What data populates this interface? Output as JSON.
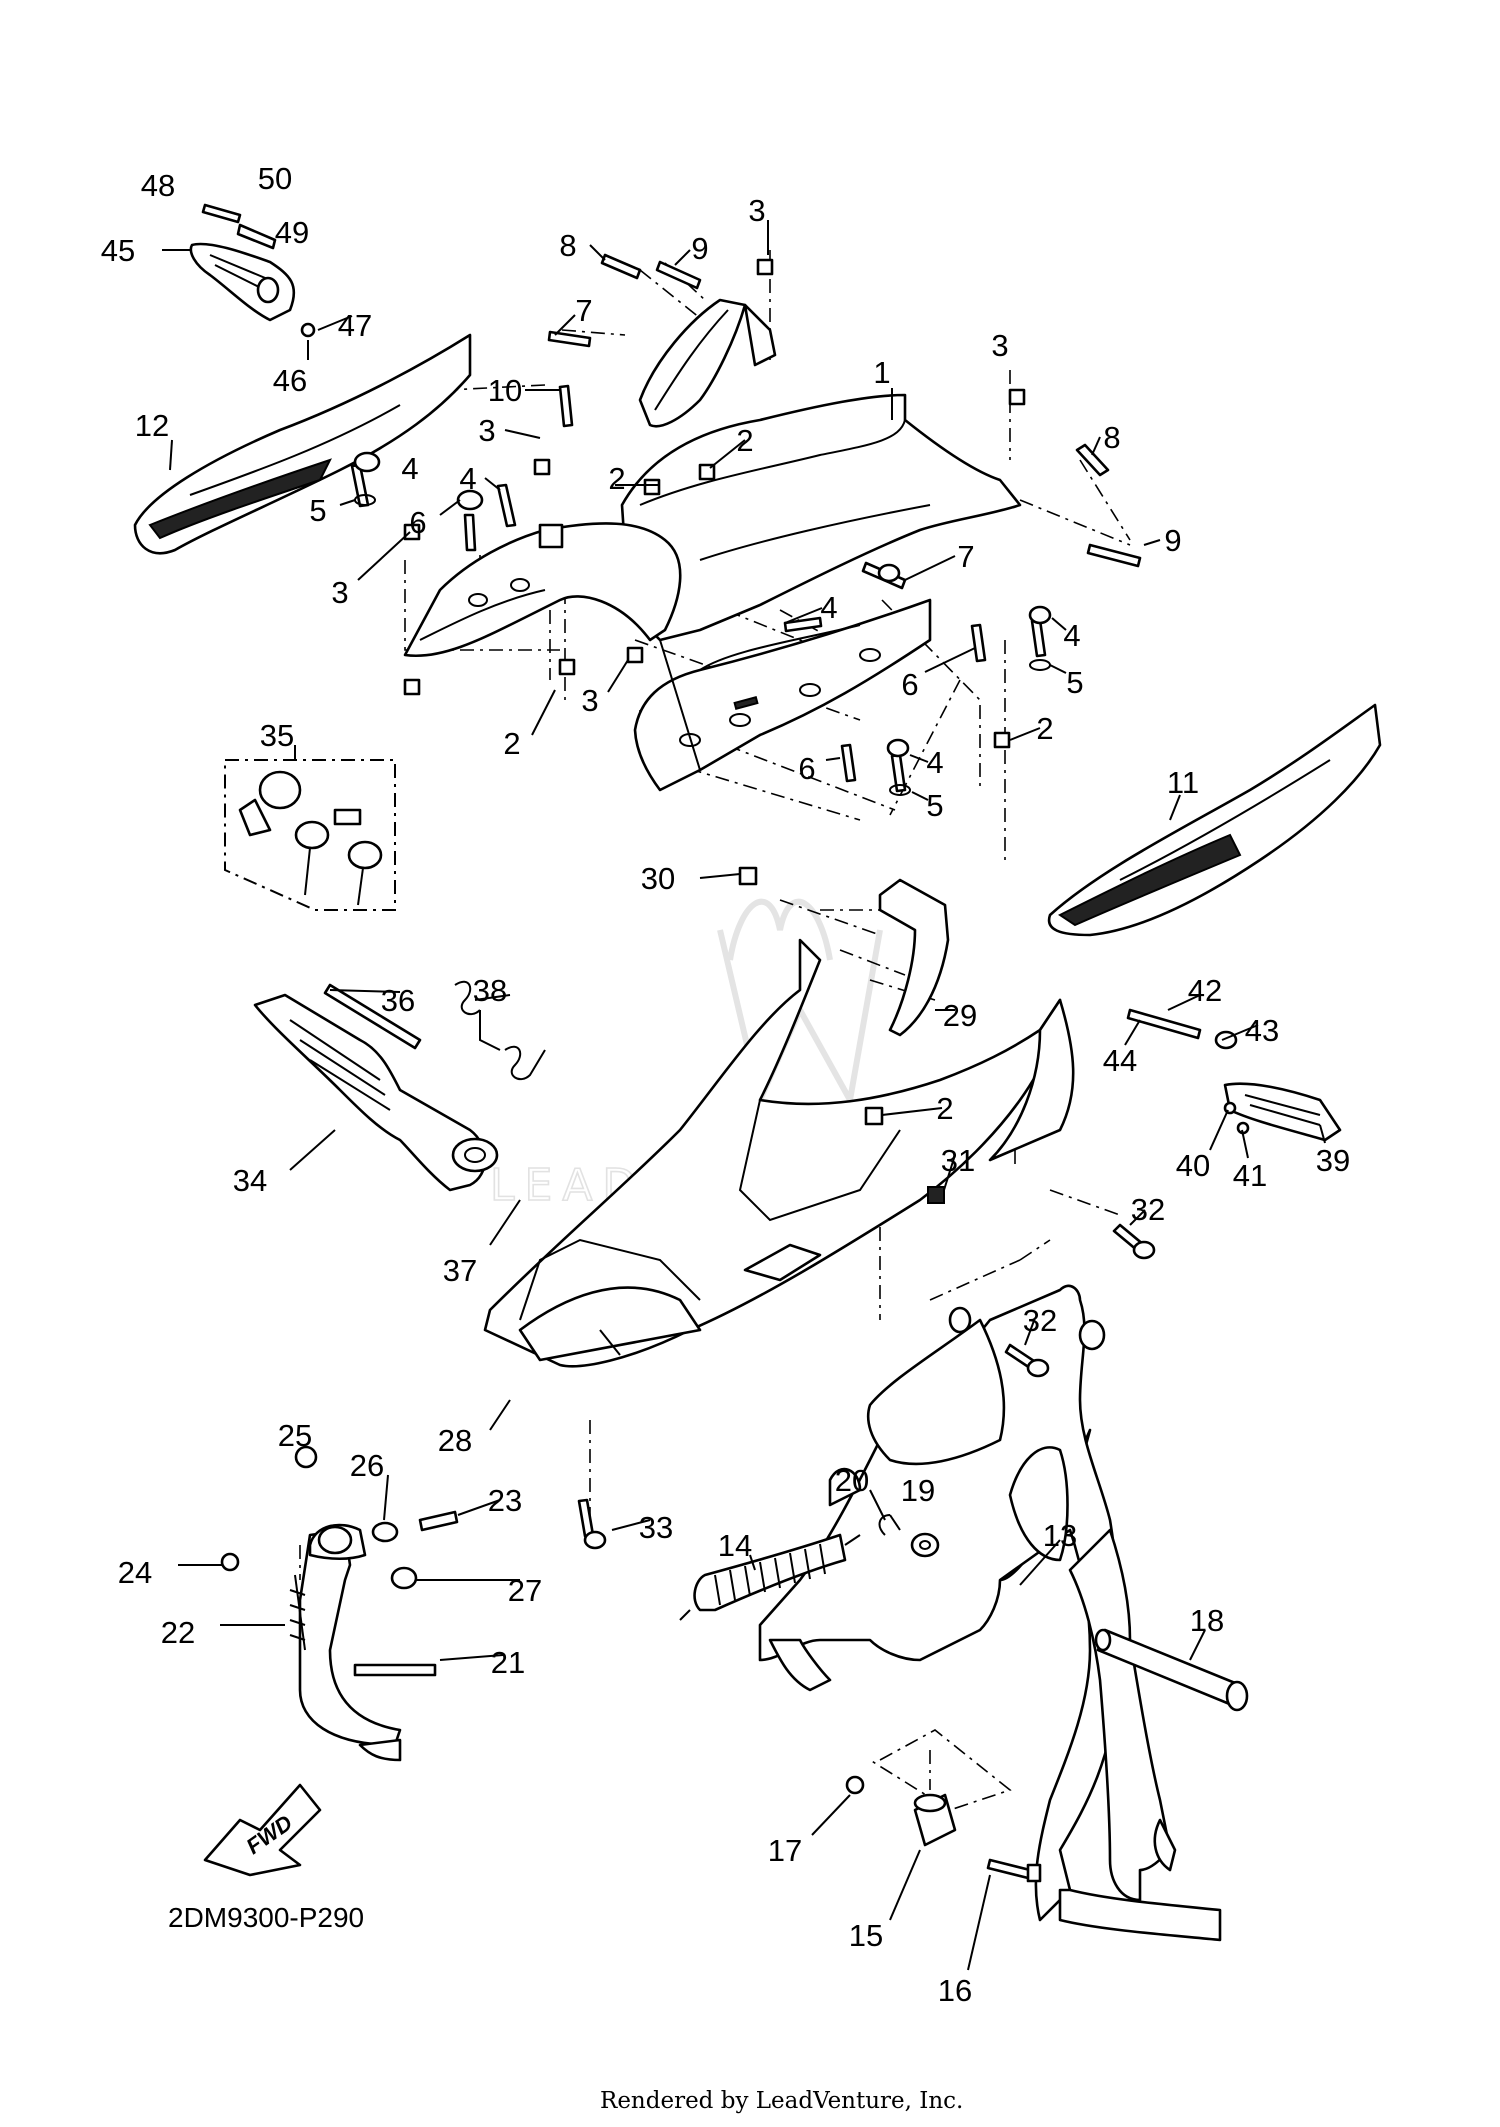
{
  "diagram": {
    "code": "2DM9300-P290",
    "credit": "Rendered by LeadVenture, Inc.",
    "watermark": "LEADVENTURE",
    "fwd_label": "FWD",
    "callouts": [
      {
        "n": "48",
        "label": "48"
      },
      {
        "n": "50",
        "label": "50"
      },
      {
        "n": "49",
        "label": "49"
      },
      {
        "n": "45",
        "label": "45"
      },
      {
        "n": "47",
        "label": "47"
      },
      {
        "n": "46",
        "label": "46"
      },
      {
        "n": "12",
        "label": "12"
      },
      {
        "n": "8a",
        "label": "8"
      },
      {
        "n": "9a",
        "label": "9"
      },
      {
        "n": "3a",
        "label": "3"
      },
      {
        "n": "7a",
        "label": "7"
      },
      {
        "n": "10",
        "label": "10"
      },
      {
        "n": "3b",
        "label": "3"
      },
      {
        "n": "2a",
        "label": "2"
      },
      {
        "n": "4a",
        "label": "4"
      },
      {
        "n": "4b",
        "label": "4"
      },
      {
        "n": "5a",
        "label": "5"
      },
      {
        "n": "6a",
        "label": "6"
      },
      {
        "n": "3c",
        "label": "3"
      },
      {
        "n": "2b",
        "label": "2"
      },
      {
        "n": "1",
        "label": "1"
      },
      {
        "n": "3d",
        "label": "3"
      },
      {
        "n": "8b",
        "label": "8"
      },
      {
        "n": "9b",
        "label": "9"
      },
      {
        "n": "7b",
        "label": "7"
      },
      {
        "n": "4c",
        "label": "4"
      },
      {
        "n": "4d",
        "label": "4"
      },
      {
        "n": "5b",
        "label": "5"
      },
      {
        "n": "6b",
        "label": "6"
      },
      {
        "n": "2c",
        "label": "2"
      },
      {
        "n": "3e",
        "label": "3"
      },
      {
        "n": "2d",
        "label": "2"
      },
      {
        "n": "6c",
        "label": "6"
      },
      {
        "n": "4e",
        "label": "4"
      },
      {
        "n": "5c",
        "label": "5"
      },
      {
        "n": "35",
        "label": "35"
      },
      {
        "n": "11",
        "label": "11"
      },
      {
        "n": "30",
        "label": "30"
      },
      {
        "n": "29",
        "label": "29"
      },
      {
        "n": "36",
        "label": "36"
      },
      {
        "n": "38",
        "label": "38"
      },
      {
        "n": "42",
        "label": "42"
      },
      {
        "n": "43",
        "label": "43"
      },
      {
        "n": "44",
        "label": "44"
      },
      {
        "n": "2e",
        "label": "2"
      },
      {
        "n": "31",
        "label": "31"
      },
      {
        "n": "34",
        "label": "34"
      },
      {
        "n": "40",
        "label": "40"
      },
      {
        "n": "41",
        "label": "41"
      },
      {
        "n": "39",
        "label": "39"
      },
      {
        "n": "37",
        "label": "37"
      },
      {
        "n": "32a",
        "label": "32"
      },
      {
        "n": "32b",
        "label": "32"
      },
      {
        "n": "28",
        "label": "28"
      },
      {
        "n": "25",
        "label": "25"
      },
      {
        "n": "26",
        "label": "26"
      },
      {
        "n": "23",
        "label": "23"
      },
      {
        "n": "20",
        "label": "20"
      },
      {
        "n": "19",
        "label": "19"
      },
      {
        "n": "33",
        "label": "33"
      },
      {
        "n": "13",
        "label": "13"
      },
      {
        "n": "14",
        "label": "14"
      },
      {
        "n": "24",
        "label": "24"
      },
      {
        "n": "27",
        "label": "27"
      },
      {
        "n": "22",
        "label": "22"
      },
      {
        "n": "21",
        "label": "21"
      },
      {
        "n": "18",
        "label": "18"
      },
      {
        "n": "17",
        "label": "17"
      },
      {
        "n": "15",
        "label": "15"
      },
      {
        "n": "16",
        "label": "16"
      }
    ]
  }
}
